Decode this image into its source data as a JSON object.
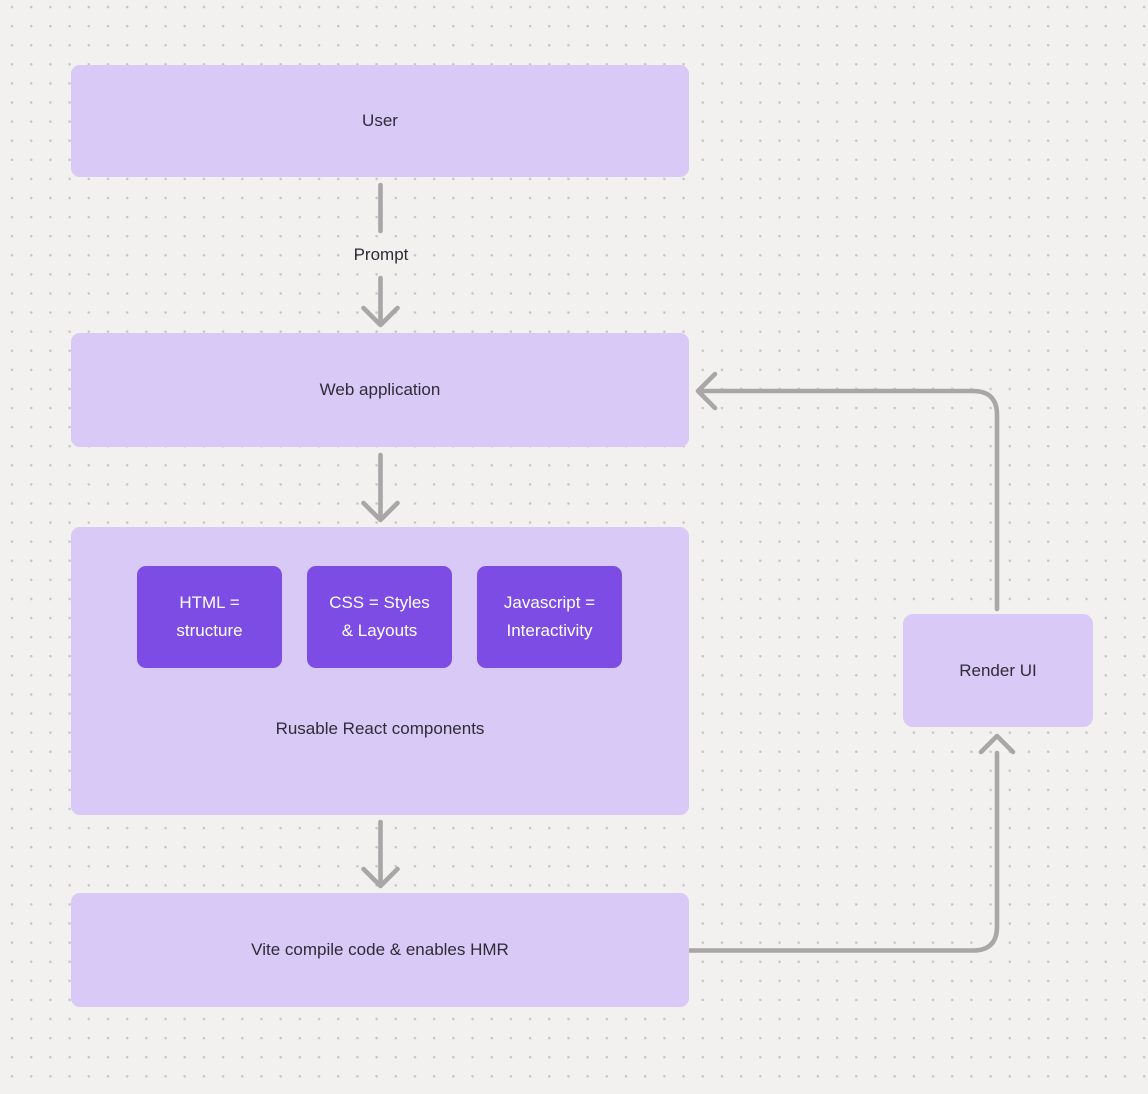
{
  "diagram": {
    "nodes": {
      "user": {
        "label": "User"
      },
      "web_application": {
        "label": "Web application"
      },
      "components_group": {
        "caption": "Rusable React components",
        "chips": [
          {
            "label": "HTML =\nstructure"
          },
          {
            "label": "CSS = Styles\n& Layouts"
          },
          {
            "label": "Javascript =\nInteractivity"
          }
        ]
      },
      "vite": {
        "label": "Vite compile code & enables HMR"
      },
      "render_ui": {
        "label": "Render UI"
      }
    },
    "edges": {
      "prompt_label": "Prompt"
    },
    "colors": {
      "background": "#f2f1f0",
      "grid_dot": "#c7c6c6",
      "node_fill": "#d8c9f6",
      "chip_fill": "#7c4ce4",
      "chip_text": "#ffffff",
      "connector": "#a8a6a6",
      "text": "#2e2c35"
    }
  }
}
